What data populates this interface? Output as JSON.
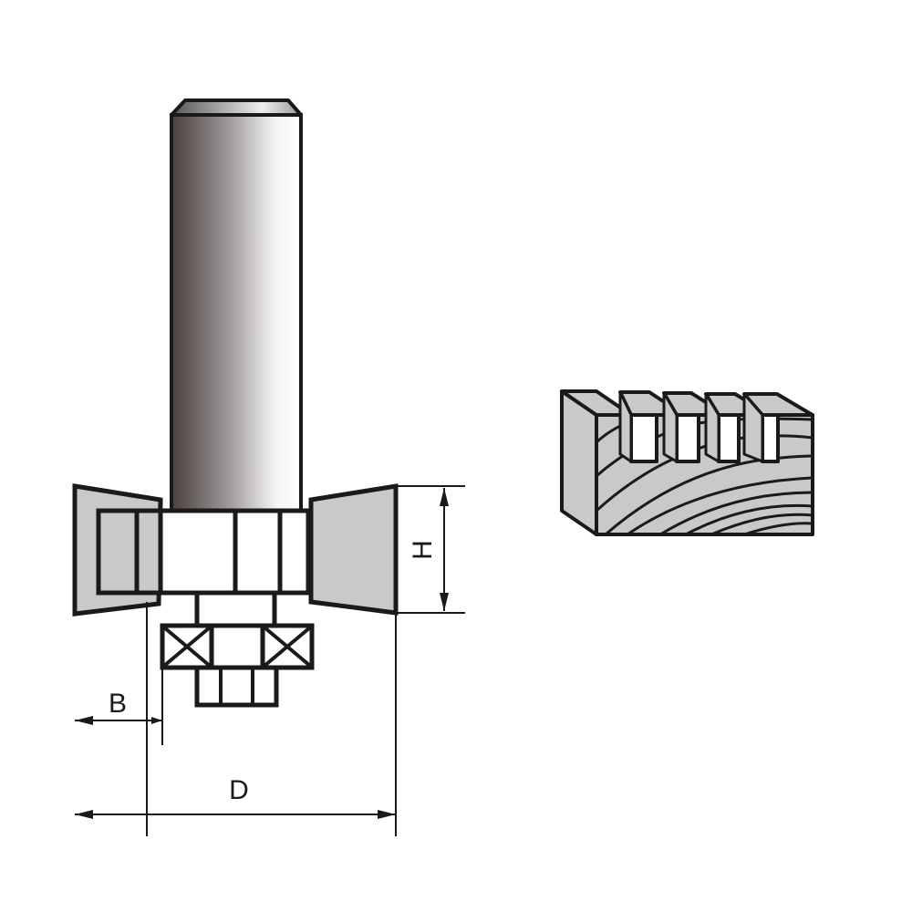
{
  "diagram": {
    "subject": "T-slot / slot cutter router bit with ball bearing",
    "colors": {
      "line": "#1a1a1a",
      "fill_gray": "#c8c9cb",
      "background": "#ffffff",
      "shank_dark": "#4a3f3f",
      "shank_light": "#ffffff"
    },
    "parts": [
      {
        "id": "shank",
        "label": "Shank"
      },
      {
        "id": "cutter-body",
        "label": "Cutter body"
      },
      {
        "id": "left-wing",
        "label": "Left cutting wing"
      },
      {
        "id": "right-wing",
        "label": "Right cutting wing"
      },
      {
        "id": "bearing",
        "label": "Ball bearing"
      },
      {
        "id": "nut",
        "label": "Retaining nut"
      }
    ],
    "dimensions": {
      "height": {
        "label": "H"
      },
      "slot_depth": {
        "label": "B"
      },
      "diameter": {
        "label": "D"
      }
    },
    "workpiece": {
      "description": "Wood block with four cut slots",
      "slot_count": 4
    }
  }
}
